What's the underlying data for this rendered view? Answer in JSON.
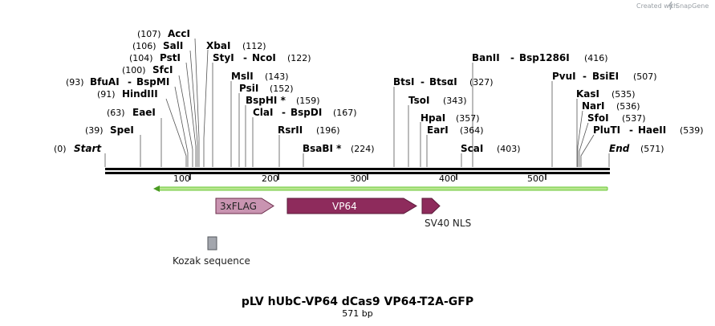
{
  "watermark": {
    "prefix": "Created with",
    "brand": "SnapGene"
  },
  "title": "pLV hUbC-VP64 dCas9 VP64-T2A-GFP",
  "subtitle": "571 bp",
  "ruler_ticks": [
    "100",
    "200",
    "300",
    "400",
    "500"
  ],
  "sites": [
    {
      "pos": "(107)",
      "name": "AccI"
    },
    {
      "pos": "(106)",
      "name": "SalI"
    },
    {
      "pos": "(104)",
      "name": "PstI"
    },
    {
      "pos": "(100)",
      "name": "SfcI"
    },
    {
      "pos": "(93)",
      "name": "BfuAI",
      "name2": "BspMI"
    },
    {
      "pos": "(91)",
      "name": "HindIII"
    },
    {
      "pos": "(63)",
      "name": "EaeI"
    },
    {
      "pos": "(39)",
      "name": "SpeI"
    },
    {
      "pos": "(0)",
      "name": "Start"
    },
    {
      "name": "XbaI",
      "pos": "(112)"
    },
    {
      "name": "StyI",
      "name2": "NcoI",
      "pos": "(122)"
    },
    {
      "name": "MslI",
      "pos": "(143)"
    },
    {
      "name": "PsiI",
      "pos": "(152)"
    },
    {
      "name": "BspHI *",
      "pos": "(159)"
    },
    {
      "name": "ClaI",
      "name2": "BspDI",
      "pos": "(167)"
    },
    {
      "name": "RsrII",
      "pos": "(196)"
    },
    {
      "name": "BsaBI *",
      "pos": "(224)"
    },
    {
      "name": "BanII",
      "name2": "Bsp1286I",
      "pos": "(416)"
    },
    {
      "name": "BtsI",
      "name2": "BtsαI",
      "pos": "(327)"
    },
    {
      "name": "TsoI",
      "pos": "(343)"
    },
    {
      "name": "HpaI",
      "pos": "(357)"
    },
    {
      "name": "EarI",
      "pos": "(364)"
    },
    {
      "name": "ScaI",
      "pos": "(403)"
    },
    {
      "name": "PvuI",
      "name2": "BsiEI",
      "pos": "(507)"
    },
    {
      "name": "KasI",
      "pos": "(535)"
    },
    {
      "name": "NarI",
      "pos": "(536)"
    },
    {
      "name": "SfoI",
      "pos": "(537)"
    },
    {
      "name": "PluTI",
      "name2": "HaeII",
      "pos": "(539)"
    },
    {
      "name": "End",
      "pos": "(571)"
    }
  ],
  "features": {
    "flag": "3xFLAG",
    "vp64": "VP64",
    "nls": "SV40 NLS",
    "kozak": "Kozak sequence"
  },
  "colors": {
    "flag": "#c994b1",
    "vp64": "#8e2b5c",
    "nls": "#8e2b5c",
    "kozak": "#a3a6ad",
    "orf": "#6cc83a"
  }
}
